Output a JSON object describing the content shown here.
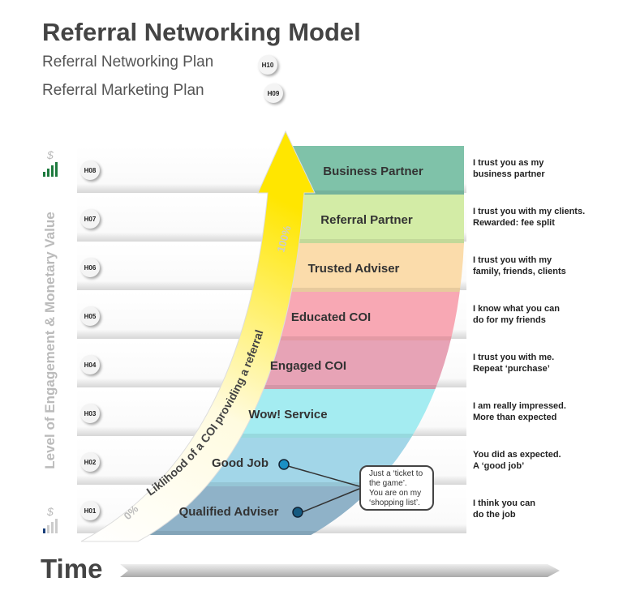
{
  "title": "Referral Networking Model",
  "plans": [
    {
      "label": "Referral Networking Plan",
      "badge": "H10"
    },
    {
      "label": "Referral Marketing Plan",
      "badge": "H09"
    }
  ],
  "y_axis_label": "Level of Engagement & Monetary Value",
  "y_axis_top_icon": "dollar-signal-high-icon",
  "y_axis_bottom_icon": "dollar-signal-low-icon",
  "dollar": "$",
  "arrow_label": "Liklihood of a COI providing a referral",
  "arrow_start": "0%",
  "arrow_end": "100%",
  "levels": [
    {
      "badge": "H08",
      "stage": "Business Partner",
      "quote": [
        "I trust you as my",
        "business partner"
      ],
      "color": "#7fc2a9"
    },
    {
      "badge": "H07",
      "stage": "Referral Partner",
      "quote": [
        "I trust you with my clients.",
        "Rewarded: fee split"
      ],
      "color": "#d3eca6"
    },
    {
      "badge": "H06",
      "stage": "Trusted Adviser",
      "quote": [
        "I trust you with my",
        "family, friends, clients"
      ],
      "color": "#fbdcab"
    },
    {
      "badge": "H05",
      "stage": "Educated COI",
      "quote": [
        "I know what you can",
        "do for my friends"
      ],
      "color": "#f8a8b4"
    },
    {
      "badge": "H04",
      "stage": "Engaged COI",
      "quote": [
        "I trust you with me.",
        "Repeat ‘purchase’"
      ],
      "color": "#e7a3b6"
    },
    {
      "badge": "H03",
      "stage": "Wow! Service",
      "quote": [
        "I am really impressed.",
        "More than expected"
      ],
      "color": "#a4ecf1"
    },
    {
      "badge": "H02",
      "stage": "Good Job",
      "quote": [
        "You did as expected.",
        "A ‘good job’"
      ],
      "color": "#a2d6e8"
    },
    {
      "badge": "H01",
      "stage": "Qualified Adviser",
      "quote": [
        "I think you can",
        "do the job"
      ],
      "color": "#8fb2c8"
    }
  ],
  "callout": [
    "Just a ‘ticket to",
    "the game’.",
    "You are on my",
    "‘shopping list’."
  ],
  "x_axis_label": "Time"
}
